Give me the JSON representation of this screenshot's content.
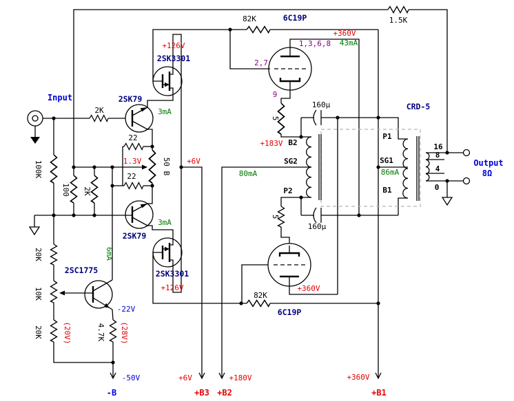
{
  "diagram_title": "6C19P push-pull tube amplifier schematic",
  "colors": {
    "wire": "#000000",
    "component_name": "#000080",
    "voltage_label": "#e60000",
    "current_label": "#007700",
    "pin_number": "#880088",
    "io_label": "#0000dd",
    "transformer_box": "#b4b4b4",
    "background": "#ffffff"
  },
  "labels": {
    "fb_resistor": "1.5K",
    "grid_resistor_top": "82K",
    "tube_top": "6C19P",
    "v360_top": "+360V",
    "i_43": "43mA",
    "pins_plate_top": "1,3,6,8",
    "pin_grid_top": "2,7",
    "pin_cathode_top": "9",
    "v126_top": "+126V",
    "mosfet_top": "2SK3301",
    "input": "Input",
    "r_input": "2K",
    "jfet_top": "2SK79",
    "i_3_top": "3mA",
    "r22_top": "22",
    "v1_3": "1.3V",
    "r22_bottom": "22",
    "pot_balance": "50 B",
    "r_100k": "100K",
    "r_100": "100",
    "r_2k": "2K",
    "jfet_bottom": "2SK79",
    "i_3_bottom": "3mA",
    "mosfet_bottom": "2SK3301",
    "v126_bottom": "+126V",
    "v6_node": "+6V",
    "i_80": "80mA",
    "v183": "+183V",
    "r5_top": "5",
    "r5_bottom": "5",
    "cap_top": "160μ",
    "cap_bottom": "160μ",
    "b2": "B2",
    "sg2": "SG2",
    "p2": "P2",
    "crd5": "CRD-5",
    "p1": "P1",
    "sg1": "SG1",
    "b1": "B1",
    "i_86": "86mA",
    "tap16": "16",
    "tap8": "8",
    "tap4": "4",
    "tap0": "0",
    "output": "Output",
    "ohm8": "8Ω",
    "bjt": "2SC1775",
    "i_6": "6mA",
    "v22_neg": "-22V",
    "r20k_top": "20K",
    "r10k": "10K",
    "r20k_bottom": "20K",
    "v20": "(20V)",
    "r4_7k": "4.7K",
    "v28": "(28V)",
    "v50_neg": "-50V",
    "rail_b_neg": "-B",
    "v6_rail": "+6V",
    "rail_b3": "+B3",
    "v180": "+180V",
    "rail_b2": "+B2",
    "v360_bottom": "+360V",
    "v360_b1": "+360V",
    "rail_b1": "+B1",
    "grid_resistor_bottom": "82K",
    "tube_bottom": "6C19P"
  }
}
